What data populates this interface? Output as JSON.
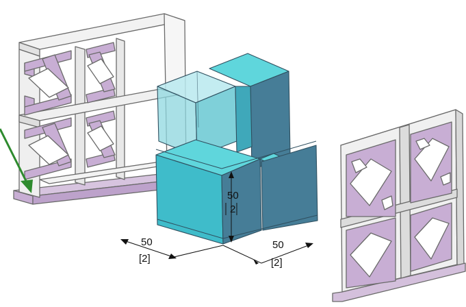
{
  "dimensions": {
    "height": {
      "value": "50",
      "bracket": "2"
    },
    "width_left": {
      "value": "50",
      "bracket": "[2]"
    },
    "depth_right": {
      "value": "50",
      "bracket": "[2]"
    }
  },
  "colors": {
    "frame_face": "#ececec",
    "frame_edge": "#6a6a6a",
    "truss_lilac": "#c8aed4",
    "box_front": "#3fbcca",
    "box_side": "#467d97",
    "box_top": "#5fd6dc",
    "box_ghost": "#8fd8e0",
    "arrow_green": "#2e8b2e"
  }
}
